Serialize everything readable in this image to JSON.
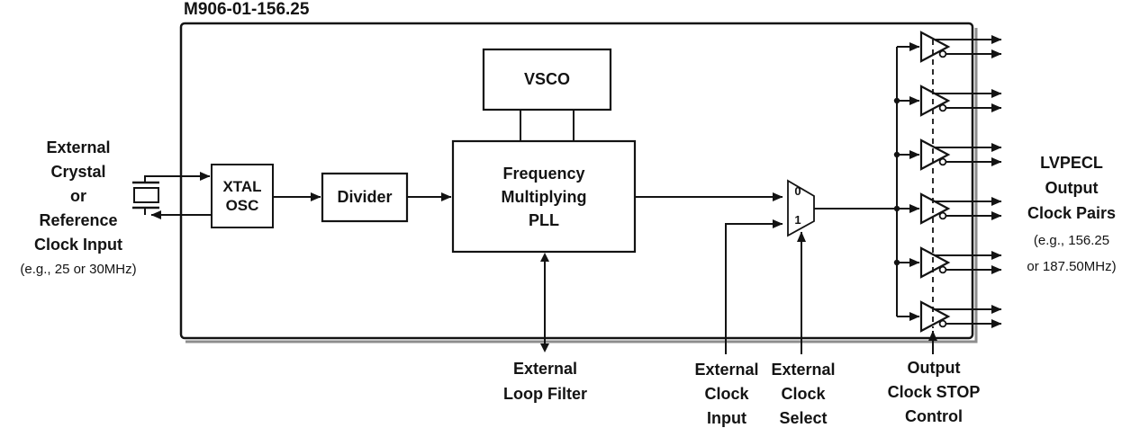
{
  "title": "M906-01-156.25",
  "colors": {
    "line": "#131313",
    "shadow": "#8d8d8d",
    "background": "#ffffff",
    "box_fill": "#ffffff"
  },
  "blocks": {
    "xtal_osc": {
      "lines": [
        "XTAL",
        "OSC"
      ]
    },
    "divider": {
      "label": "Divider"
    },
    "vsco": {
      "label": "VSCO"
    },
    "pll": {
      "lines": [
        "Frequency",
        "Multiplying",
        "PLL"
      ]
    },
    "mux": {
      "input_zero": "0",
      "input_one": "1"
    }
  },
  "labels": {
    "external_crystal": {
      "lines": [
        "External",
        "Crystal",
        "or",
        "Reference",
        "Clock Input"
      ],
      "note": "(e.g., 25 or 30MHz)"
    },
    "lvpecl_output": {
      "lines": [
        "LVPECL",
        "Output",
        "Clock Pairs"
      ],
      "note_lines": [
        "(e.g., 156.25",
        "or 187.50MHz)"
      ]
    },
    "external_loop_filter": {
      "lines": [
        "External",
        "Loop Filter"
      ]
    },
    "external_clock_input": {
      "lines": [
        "External",
        "Clock",
        "Input"
      ]
    },
    "external_clock_select": {
      "lines": [
        "External",
        "Clock",
        "Select"
      ]
    },
    "output_clock_stop": {
      "lines": [
        "Output",
        "Clock STOP",
        "Control"
      ]
    }
  },
  "icons": {
    "crystal": "crystal-symbol",
    "mux": "mux-2to1-symbol",
    "buffer": "differential-output-buffer"
  },
  "output_buffer_count": 6
}
